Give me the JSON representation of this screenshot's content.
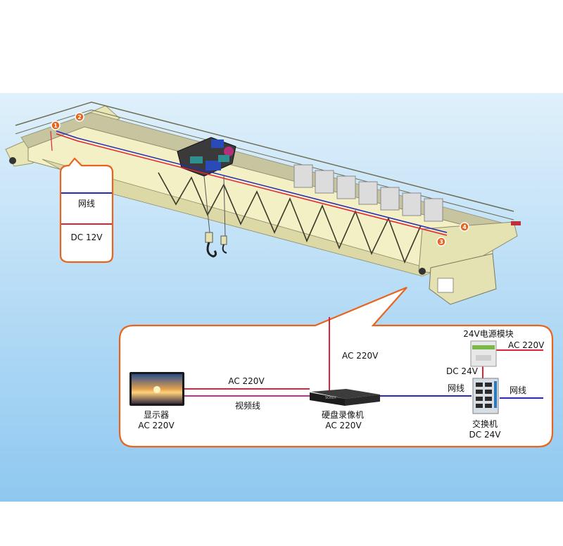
{
  "callout_top": {
    "network_label": "网线",
    "power_label": "DC 12V"
  },
  "markers": [
    "1",
    "2",
    "3",
    "4"
  ],
  "monitor": {
    "name": "显示器",
    "power": "AC 220V"
  },
  "monitor_link": {
    "power": "AC 220V",
    "video": "视频线"
  },
  "nvr": {
    "brand": "SONIX",
    "name": "硬盘录像机",
    "power": "AC 220V",
    "supply": "AC 220V"
  },
  "psu": {
    "name": "24V电源模块",
    "input": "AC 220V",
    "output": "DC 24V"
  },
  "switch_device": {
    "name": "交换机",
    "power": "DC 24V",
    "link_left": "网线",
    "link_right": "网线"
  },
  "colors": {
    "sky_top": "#dff0fb",
    "sky_bottom": "#8ec8f0",
    "crane_body": "#f2f0c4",
    "callout_border": "#e8641e",
    "network_line": "#2a2ab4",
    "power_line": "#e02438",
    "video_line": "#c8308c"
  }
}
